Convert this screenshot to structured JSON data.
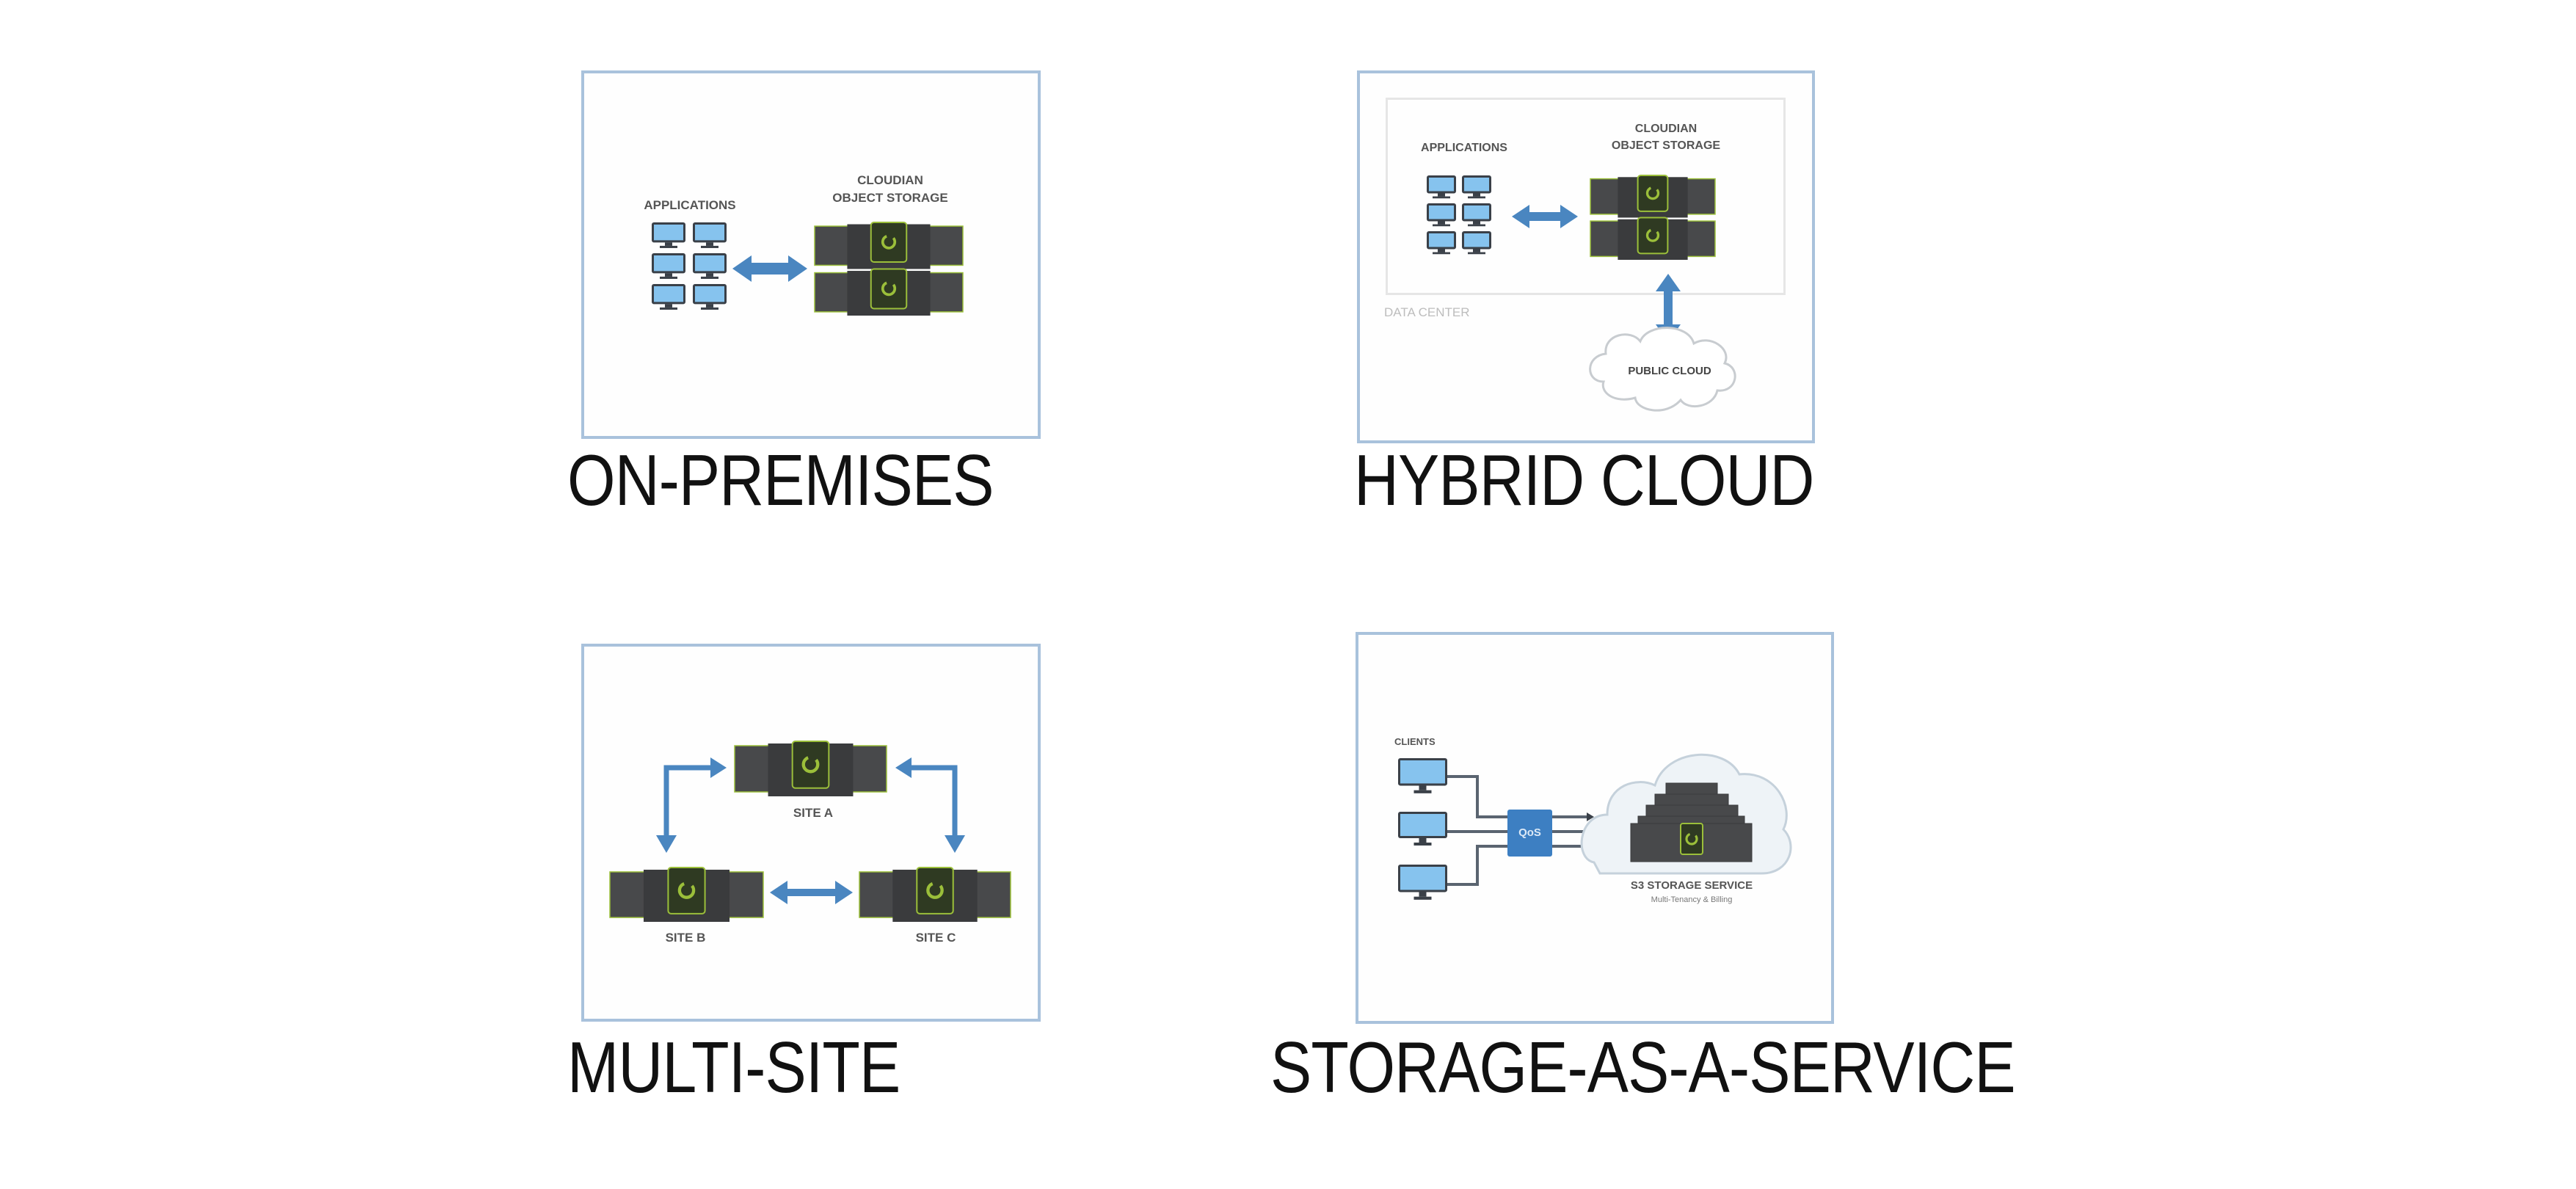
{
  "colors": {
    "panel_border": "#a9c2dc",
    "arrow": "#4a86c0",
    "server_body": "#48494b",
    "server_dark": "#3a3b3d",
    "cloudian_green": "#9bbf3a",
    "monitor_frame": "#3a4048",
    "monitor_screen": "#86c3ee",
    "qos_box": "#3d7fc2",
    "caption_text": "#111111"
  },
  "panels": [
    {
      "id": "on-premises",
      "caption": "ON-PREMISES",
      "labels": {
        "applications": "APPLICATIONS",
        "storage_line1": "CLOUDIAN",
        "storage_line2": "OBJECT STORAGE"
      },
      "icons": [
        "monitor-grid-icon",
        "bidirectional-arrow-icon",
        "cloudian-server-stack-icon"
      ]
    },
    {
      "id": "hybrid-cloud",
      "caption": "HYBRID CLOUD",
      "labels": {
        "applications": "APPLICATIONS",
        "storage_line1": "CLOUDIAN",
        "storage_line2": "OBJECT STORAGE",
        "data_center": "DATA CENTER",
        "public_cloud": "PUBLIC CLOUD"
      },
      "icons": [
        "monitor-grid-icon",
        "bidirectional-arrow-icon",
        "cloudian-server-stack-icon",
        "vertical-arrow-icon",
        "cloud-icon"
      ]
    },
    {
      "id": "multi-site",
      "caption": "MULTI-SITE",
      "labels": {
        "site_a": "SITE A",
        "site_b": "SITE B",
        "site_c": "SITE C"
      },
      "icons": [
        "cloudian-server-icon",
        "elbow-arrow-icon",
        "bidirectional-arrow-icon"
      ]
    },
    {
      "id": "storage-as-a-service",
      "caption": "STORAGE-AS-A-SERVICE",
      "labels": {
        "clients": "CLIENTS",
        "qos": "QoS",
        "service": "S3 STORAGE SERVICE",
        "service_sub": "Multi-Tenancy & Billing"
      },
      "icons": [
        "monitor-icon",
        "qos-box-icon",
        "cloud-icon",
        "cloudian-server-pyramid-icon"
      ]
    }
  ]
}
